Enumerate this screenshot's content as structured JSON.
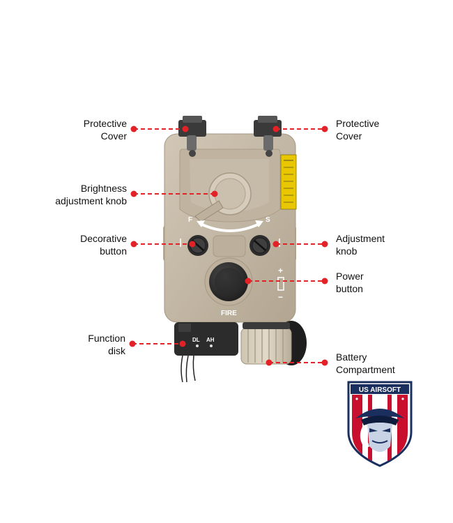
{
  "labels": {
    "protective_cover_left": [
      "Protective",
      "Cover"
    ],
    "protective_cover_right": [
      "Protective",
      "Cover"
    ],
    "brightness_knob": [
      "Brightness",
      "adjustment knob"
    ],
    "decorative_button": [
      "Decorative",
      "button"
    ],
    "adjustment_knob": [
      "Adjustment",
      "knob"
    ],
    "power_button": [
      "Power",
      "button"
    ],
    "function_disk": [
      "Function",
      "disk"
    ],
    "battery_compartment": [
      "Battery",
      "Compartment"
    ]
  },
  "device_markings": {
    "fire": "FIRE",
    "f": "F",
    "s": "S",
    "dl": "DL",
    "ah": "AH",
    "plus": "+",
    "minus": "−"
  },
  "logo": {
    "text": "US AIRSOFT"
  },
  "colors": {
    "leader": "#e32227",
    "device_tan": "#c4b8a6",
    "device_dark": "#2b2b2b",
    "logo_navy": "#1a2f5e",
    "logo_red": "#c8102e"
  }
}
